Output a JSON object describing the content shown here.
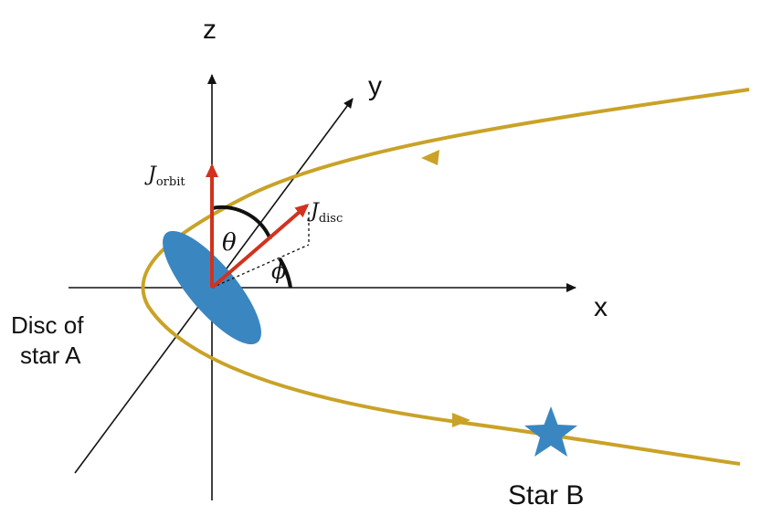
{
  "axes": {
    "x_label": "x",
    "y_label": "y",
    "z_label": "z"
  },
  "vectors": {
    "orbit": {
      "symbol": "J",
      "subscript": "orbit"
    },
    "disc": {
      "symbol": "J",
      "subscript": "disc"
    }
  },
  "angles": {
    "theta": "θ",
    "phi": "ϕ"
  },
  "labels": {
    "disc_line1": "Disc of",
    "disc_line2": "star A",
    "star_b": "Star B"
  },
  "colors": {
    "orbit_path": "#c9a227",
    "vector_arrow": "#d2321e",
    "disc_fill": "#3a86c0",
    "star_fill": "#3a86c0",
    "axis": "#111111"
  },
  "icons": {
    "star_b": "star-icon"
  }
}
